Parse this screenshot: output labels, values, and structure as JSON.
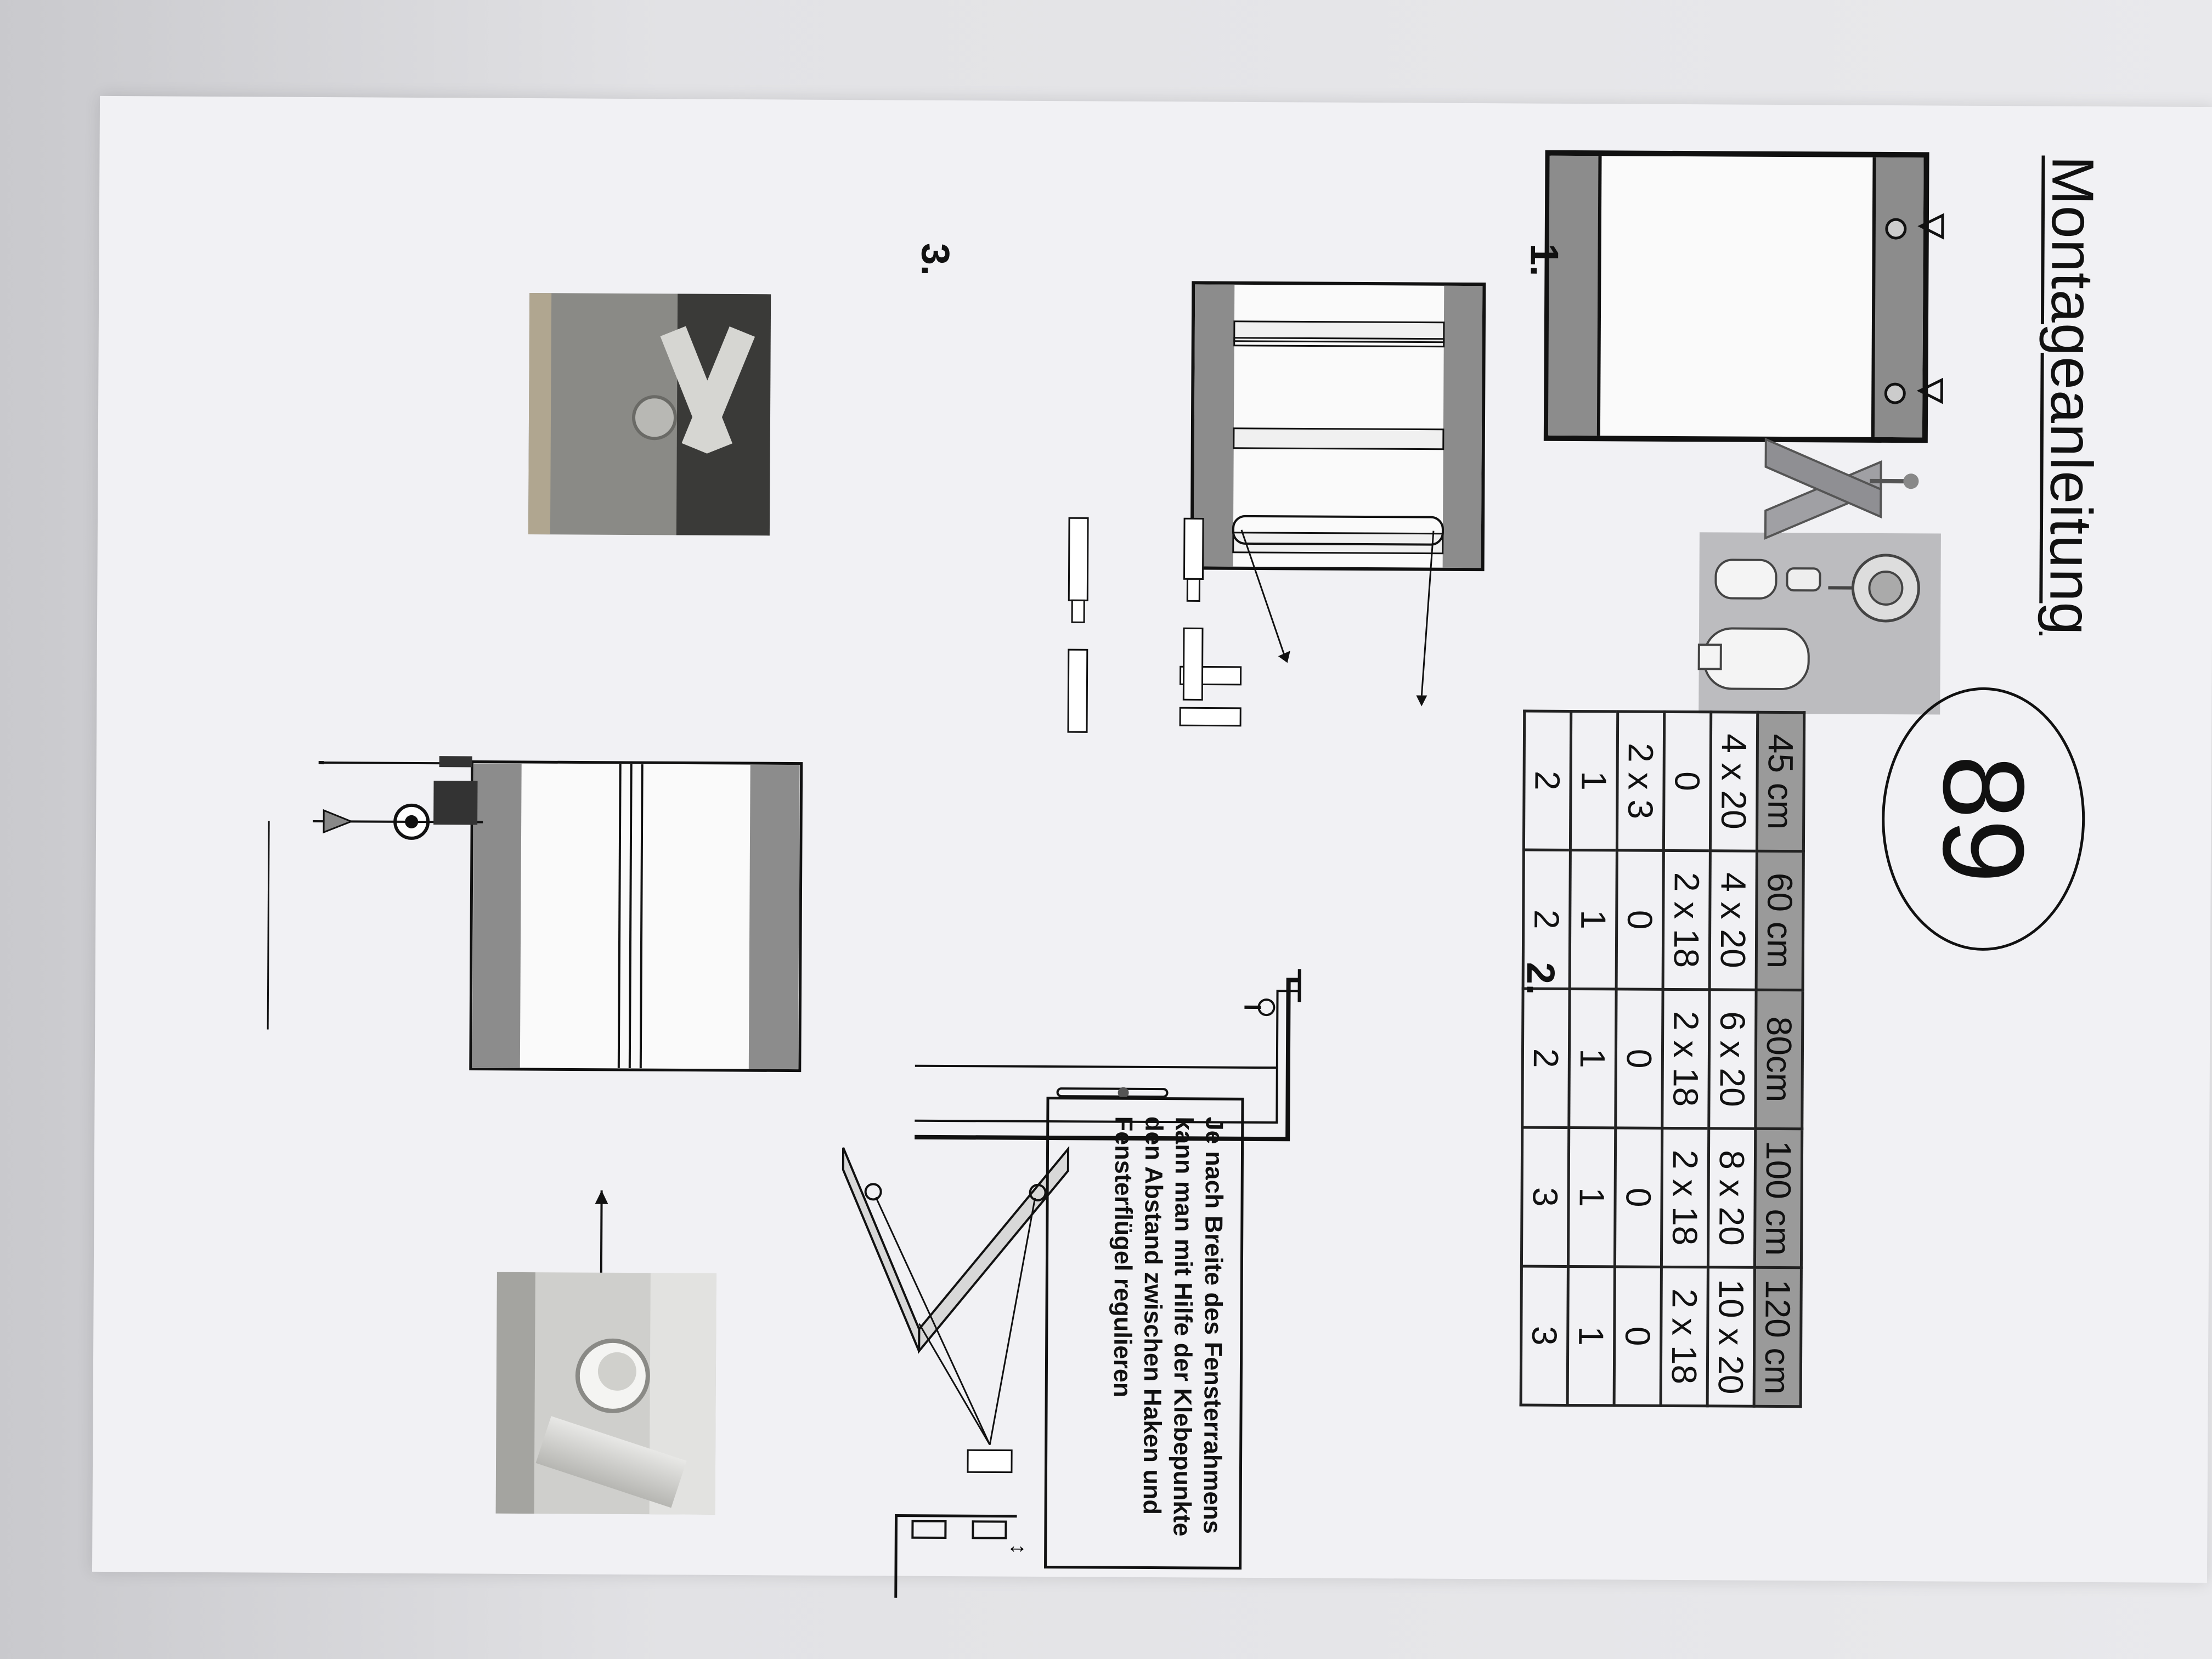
{
  "document": {
    "title": "Montageanleitung",
    "model_number": "89",
    "table": {
      "headers": [
        "45 cm",
        "60 cm",
        "80cm",
        "100 cm",
        "120 cm"
      ],
      "rows": [
        [
          "4 x 20",
          "4 x 20",
          "6 x 20",
          "8 x 20",
          "10 x 20"
        ],
        [
          "0",
          "2 x 18",
          "2 x 18",
          "2 x 18",
          "2 x 18"
        ],
        [
          "2 x 3",
          "0",
          "0",
          "0",
          "0"
        ],
        [
          "1",
          "1",
          "1",
          "1",
          "1"
        ],
        [
          "2",
          "2",
          "2",
          "3",
          "3"
        ]
      ]
    },
    "steps": {
      "step1": "1.",
      "step2": "2.",
      "step3": "3."
    },
    "note": "Je nach Breite des Fensterrahmens kann man mit Hilfe der Klebepunkte den Abstand zwischen Haken und Fensterflügel regulieren"
  },
  "colors": {
    "paper": "#f1f1f4",
    "ink": "#111111",
    "table_header": "#9a9a9a",
    "panel_gray": "#8c8c8c",
    "background": "#dcdcde"
  }
}
